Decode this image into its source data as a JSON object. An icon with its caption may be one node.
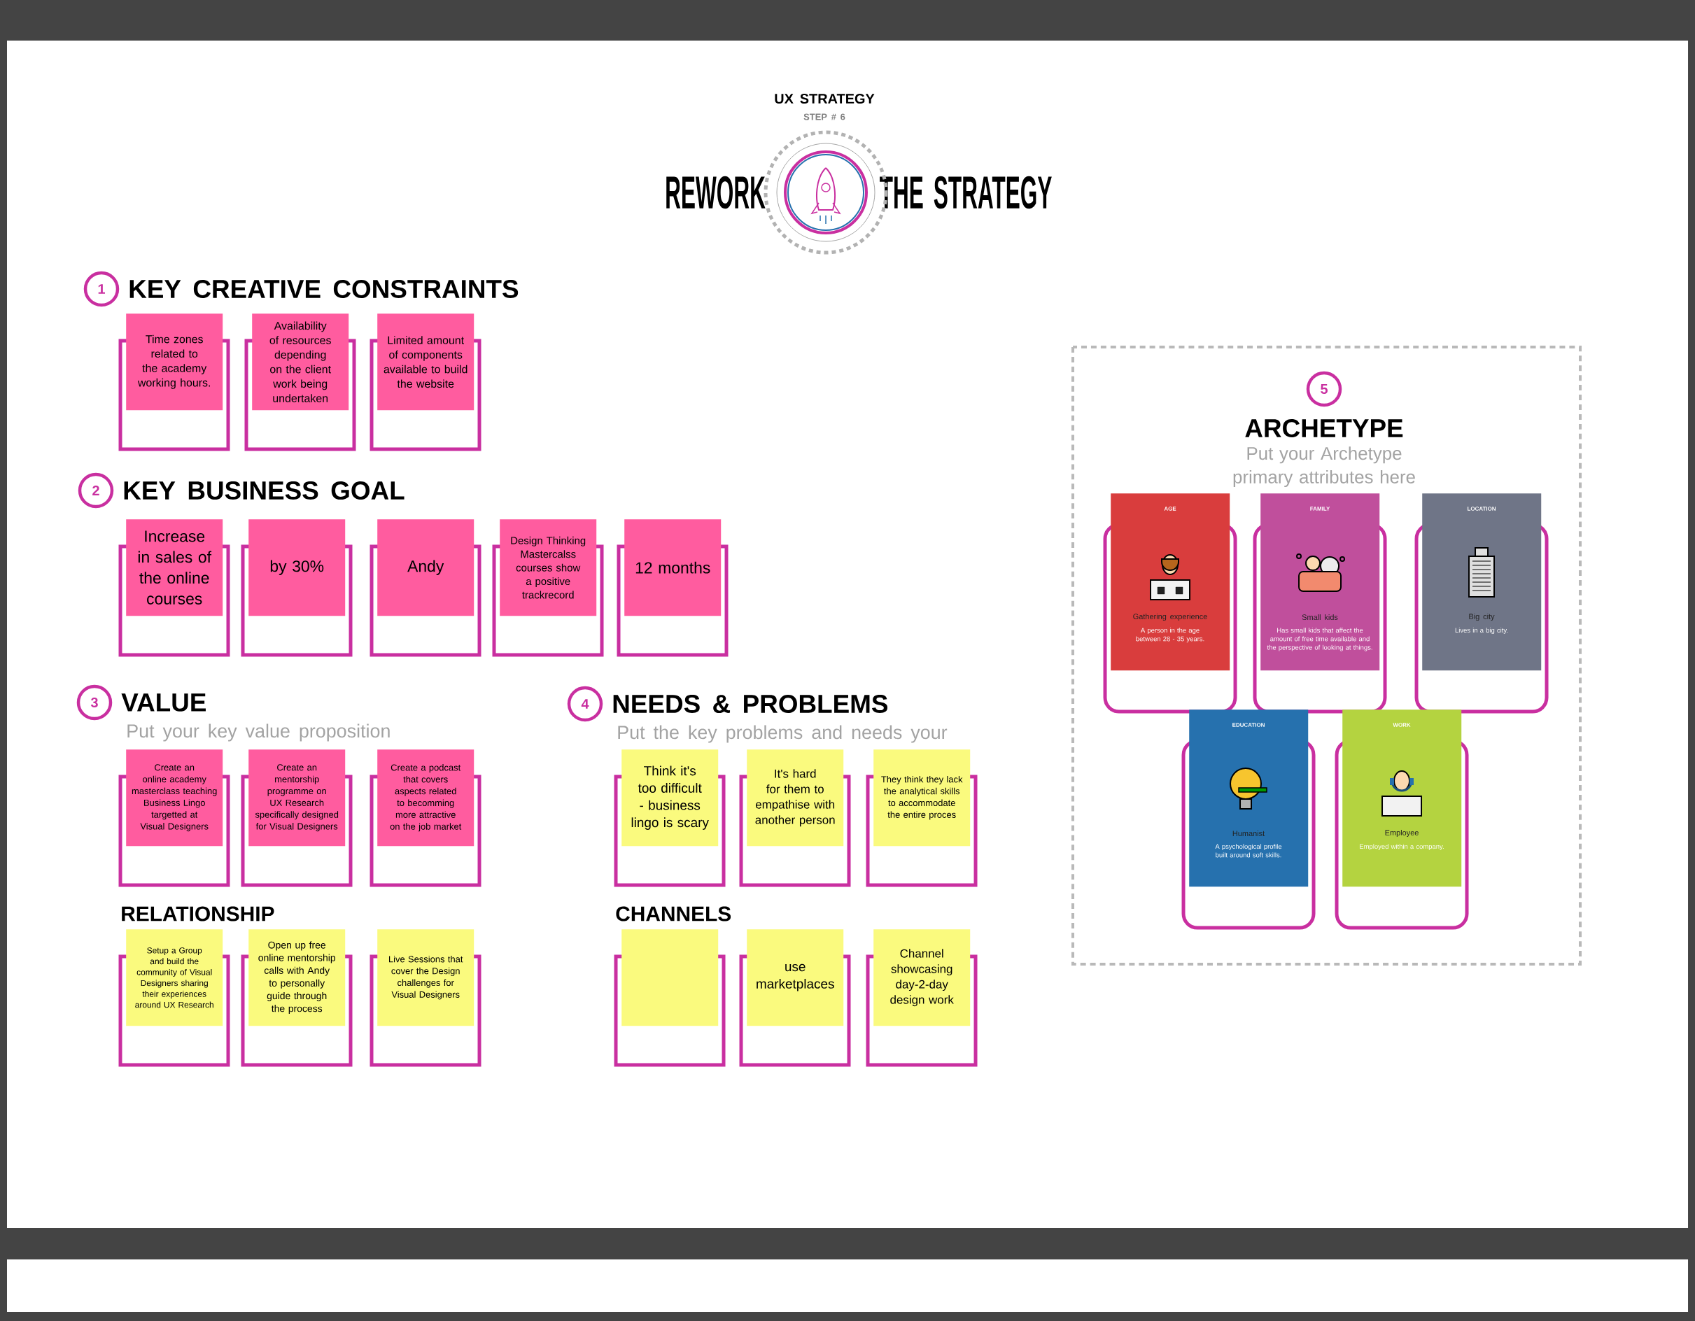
{
  "diagram": {
    "nodes": [
      {
        "text": [
          "1"
        ],
        "beside": [
          "KEY CREATIVE CONSTRAINTS"
        ]
      },
      {
        "text": [
          "Time zones related to the academy working hours."
        ]
      },
      {
        "text": [
          "Availability of resources depending on the client work being undertaken"
        ]
      },
      {
        "text": [
          "Limited amount of components available to build the website"
        ]
      },
      {
        "text": [
          "2"
        ],
        "beside": [
          "KEY BUSINESS GOAL"
        ]
      },
      {
        "text": [
          "Increase in sales of the online courses"
        ]
      },
      {
        "text": [
          "by 30%"
        ]
      },
      {
        "text": [
          "Andy"
        ]
      },
      {
        "text": [
          "Design Thinking Mastercalss courses show a positive trackrecord"
        ]
      },
      {
        "text": [
          "12 months"
        ]
      },
      {
        "text": [
          "3"
        ],
        "beside": [
          "VALUE",
          "Put your key value proposition"
        ]
      },
      {
        "text": [
          "Create an online academy masterclass teaching Business Lingo targetted at Visual Designers"
        ]
      },
      {
        "text": [
          "Create an mentorship programme on UX Research specifically designed for Visual Designers"
        ]
      },
      {
        "text": [
          "Create a podcast that covers aspects related to becomming more attractive on the job market"
        ]
      },
      {
        "text": [
          "4"
        ],
        "beside": [
          "NEEDS & PROBLEMS",
          "Put the key problems and needs your"
        ]
      },
      {
        "text": [
          "Think it's too difficult - business lingo is scary"
        ]
      },
      {
        "text": [
          "It's hard for them to empathise with another person"
        ]
      },
      {
        "text": [
          "They think they lack the analytical skills to accommodate the entire proces"
        ]
      },
      {
        "text": [
          "Setup a Group and build the community of Visual Designers sharing their experiences around UX Research"
        ]
      },
      {
        "text": [
          "Open up free online mentorship calls with Andy to personally guide through the process"
        ]
      },
      {
        "text": [
          "Live Sessions that cover the Design challenges for Visual Designers"
        ]
      },
      {
        "text": [],
        "shape": "box"
      },
      {
        "text": [
          "use marketplaces"
        ]
      },
      {
        "text": [
          "Channel showcasing day-2-day design work"
        ]
      },
      {
        "text": [
          "ARCHETYPE",
          "Put your Archetype primary attributes here"
        ]
      },
      {
        "text": [
          "5"
        ],
        "in": 24
      },
      {
        "text": [
          "AGE",
          "Gathering experience",
          "A person in the age between 28 - 35 years."
        ],
        "in": 24
      },
      {
        "text": [
          "FAMILY",
          "Small kids",
          "Has small kids that affect the amount of free time available and the perspective of looking at things."
        ],
        "in": 24
      },
      {
        "text": [
          "LOCATION",
          "Big city",
          "Lives in a big city."
        ],
        "in": 24
      },
      {
        "text": [
          "EDUCATION",
          "Humanist",
          "A psychological profile built around soft skills."
        ],
        "in": 24
      },
      {
        "text": [
          "WORK",
          "Employee",
          "Employed within a company."
        ],
        "in": 24
      }
    ],
    "labels": [
      "UX STRATEGY",
      "STEP # 6",
      "REWORK",
      "THE STRATEGY",
      "RELATIONSHIP",
      "CHANNELS"
    ]
  }
}
